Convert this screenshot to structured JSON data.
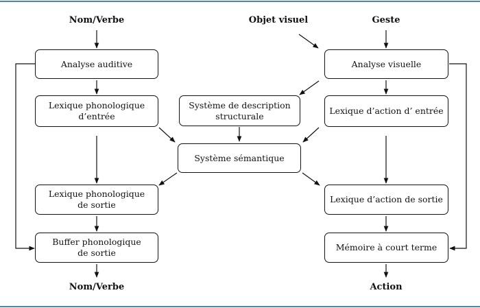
{
  "labels": {
    "top_left": "Nom/Verbe",
    "top_mid": "Objet visuel",
    "top_right": "Geste",
    "bottom_left": "Nom/Verbe",
    "bottom_right": "Action"
  },
  "boxes": {
    "analyse_auditive": "Analyse auditive",
    "lexique_phon_entree": "Lexique phonologique\nd’entrée",
    "lexique_phon_sortie": "Lexique phonologique\nde sortie",
    "buffer_phon_sortie": "Buffer phonologique\nde sortie",
    "systeme_description": "Système de description\nstructurale",
    "systeme_semantique": "Système sémantique",
    "analyse_visuelle": "Analyse visuelle",
    "lexique_action_entree": "Lexique d’action d’ entrée",
    "lexique_action_sortie": "Lexique d’action de sortie",
    "memoire_court_terme": "Mémoire à court terme"
  },
  "colors": {
    "rule": "#4a86a8",
    "ink": "#111111"
  }
}
